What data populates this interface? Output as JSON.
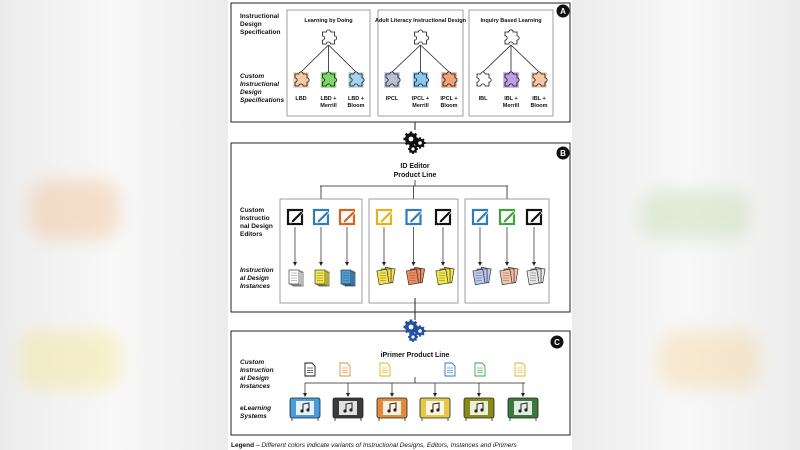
{
  "panel_a": {
    "marker": "A",
    "spec_label": [
      "Instructional",
      "Design",
      "Specification"
    ],
    "custom_label": [
      "Custom",
      "Instructional",
      "Design",
      "Specifications"
    ],
    "groups": [
      {
        "title": "Learning by Doing",
        "children": [
          "LBD",
          "LBD +\nMerrill",
          "LBD +\nBloom"
        ],
        "colors": [
          "#f5c9a8",
          "#7fd66f",
          "#a8d3ee"
        ]
      },
      {
        "title": "Adult Literacy Instructional Design",
        "children": [
          "IPCL",
          "IPCL +\nMerrill",
          "IPCL +\nBloom"
        ],
        "colors": [
          "#b9c0d6",
          "#8ec7ee",
          "#f3a37c"
        ]
      },
      {
        "title": "Inquiry Based Learning",
        "children": [
          "IBL",
          "IBL +\nMerrill",
          "IBL +\nBloom"
        ],
        "colors": [
          "#ffffff",
          "#b7a2e4",
          "#f5c9a8"
        ]
      }
    ]
  },
  "panel_b": {
    "marker": "B",
    "title": [
      "ID Editor",
      "Product Line"
    ],
    "editors_label": [
      "Custom",
      "Instructio",
      "nal Design",
      "Editors"
    ],
    "instances_label": [
      "Instruction",
      "al Design",
      "Instances"
    ],
    "groups": [
      {
        "editor_colors": [
          "#111111",
          "#2e7bc4",
          "#d9621e"
        ],
        "doc_colors": [
          "#ffffff",
          "#f2e84a",
          "#4a9bd9"
        ]
      },
      {
        "editor_colors": [
          "#e3b21c",
          "#2e7bc4",
          "#111111"
        ],
        "doc_colors": [
          "#f5e24a",
          "#f08a5a",
          "#f2e84a"
        ]
      },
      {
        "editor_colors": [
          "#2e7bc4",
          "#3ea33e",
          "#111111"
        ],
        "doc_colors": [
          "#b9c9ee",
          "#f5c4a8",
          "#e6e6e6"
        ]
      }
    ]
  },
  "panel_c": {
    "marker": "C",
    "title": "iPrimer Product Line",
    "instances_label": [
      "Custom",
      "Instruction",
      "al Design",
      "Instances"
    ],
    "systems_label": [
      "eLearning",
      "Systems"
    ],
    "instance_colors": [
      "#111111",
      "#e08a3a",
      "#e3b21c",
      "#2e7bc4",
      "#3ea33e",
      "#e3b21c"
    ],
    "system_colors": [
      "#4a9bd9",
      "#3a3a3a",
      "#e08a3a",
      "#e9c64a",
      "#8a8a1a",
      "#3a7a3a"
    ]
  },
  "legend": {
    "label": "Legend",
    "text": " – Different colors indicate variants of Instructional Designs,  Editors,  Instances and iPrimers"
  },
  "icons": {
    "gear": "gear-icon",
    "puzzle": "puzzle-piece-icon",
    "editor": "edit-icon",
    "document": "document-icon",
    "system": "elearning-system-icon"
  }
}
